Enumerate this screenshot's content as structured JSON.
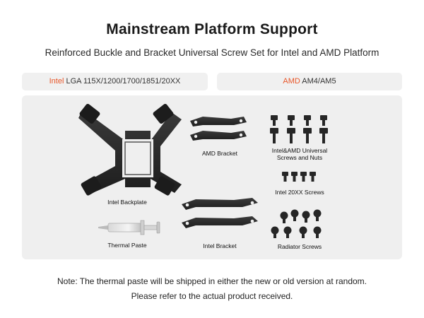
{
  "title": "Mainstream Platform Support",
  "subtitle": "Reinforced Buckle and Bracket Universal Screw Set for Intel and AMD Platform",
  "tabs": {
    "intel": {
      "brand": "Intel",
      "sockets": "LGA 115X/1200/1700/1851/20XX"
    },
    "amd": {
      "brand": "AMD",
      "sockets": "AM4/AM5"
    }
  },
  "items": {
    "intel_backplate": "Intel Backplate",
    "thermal_paste": "Thermal Paste",
    "amd_bracket": "AMD Bracket",
    "intel_bracket": "Intel Bracket",
    "universal_screws_line1": "Intel&AMD Universal",
    "universal_screws_line2": "Screws and Nuts",
    "intel_20xx_screws": "Intel 20XX Screws",
    "radiator_screws": "Radiator Screws"
  },
  "note": {
    "line1": "Note: The thermal paste will be shipped in either the new or old version at random.",
    "line2": "Please refer to the actual product received."
  },
  "colors": {
    "accent": "#e8572a",
    "hardware": "#2b2b2b",
    "panel": "#efefef"
  }
}
